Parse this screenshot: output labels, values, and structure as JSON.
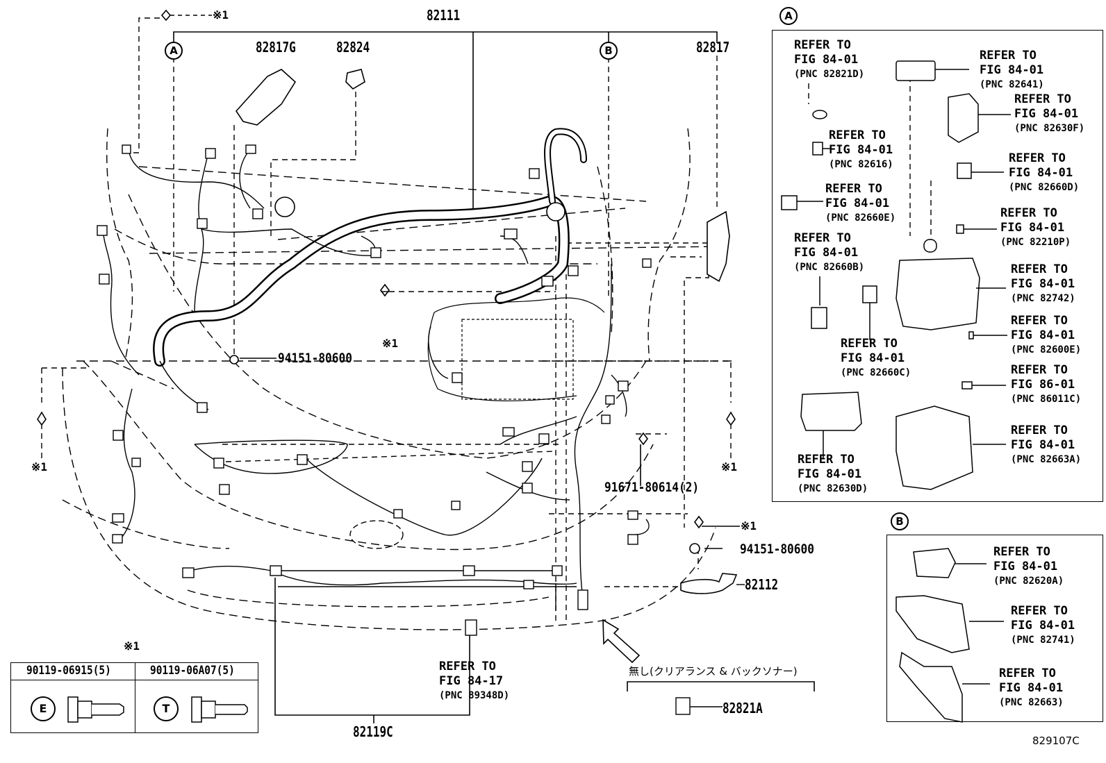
{
  "diagram": {
    "figure_code": "829107C",
    "main_harness": "82111",
    "callout_A": "A",
    "callout_B": "B",
    "ref_mark": "※1",
    "parts": {
      "p82817G": "82817G",
      "p82824": "82824",
      "p82817": "82817",
      "p94151_upper": "94151-80600",
      "p91671": "91671-80614(2)",
      "p94151_lower": "94151-80600",
      "p82112": "82112",
      "p82119C": "82119C",
      "p82821A": "82821A"
    },
    "bottom_refer": {
      "line1": "REFER TO",
      "line2": "FIG 84-17",
      "pnc": "(PNC 89348D)"
    },
    "no_option_note": "無し(クリアランス & バックソナー)",
    "bolt_table": {
      "header_left": "90119-06915(5)",
      "header_right": "90119-06A07(5)",
      "mark_left": "E",
      "mark_right": "T"
    },
    "panel_A": {
      "items": [
        {
          "l1": "REFER TO",
          "l2": "FIG 84-01",
          "pnc": "(PNC 82821D)"
        },
        {
          "l1": "REFER TO",
          "l2": "FIG 84-01",
          "pnc": "(PNC 82641)"
        },
        {
          "l1": "REFER TO",
          "l2": "FIG 84-01",
          "pnc": "(PNC 82630F)"
        },
        {
          "l1": "REFER TO",
          "l2": "FIG 84-01",
          "pnc": "(PNC 82616)"
        },
        {
          "l1": "REFER TO",
          "l2": "FIG 84-01",
          "pnc": "(PNC 82660D)"
        },
        {
          "l1": "REFER TO",
          "l2": "FIG 84-01",
          "pnc": "(PNC 82660E)"
        },
        {
          "l1": "REFER TO",
          "l2": "FIG 84-01",
          "pnc": "(PNC 82210P)"
        },
        {
          "l1": "REFER TO",
          "l2": "FIG 84-01",
          "pnc": "(PNC 82660B)"
        },
        {
          "l1": "REFER TO",
          "l2": "FIG 84-01",
          "pnc": "(PNC 82742)"
        },
        {
          "l1": "REFER TO",
          "l2": "FIG 84-01",
          "pnc": "(PNC 82600E)"
        },
        {
          "l1": "REFER TO",
          "l2": "FIG 84-01",
          "pnc": "(PNC 82660C)"
        },
        {
          "l1": "REFER TO",
          "l2": "FIG 86-01",
          "pnc": "(PNC 86011C)"
        },
        {
          "l1": "REFER TO",
          "l2": "FIG 84-01",
          "pnc": "(PNC 82663A)"
        },
        {
          "l1": "REFER TO",
          "l2": "FIG 84-01",
          "pnc": "(PNC 82630D)"
        }
      ]
    },
    "panel_B": {
      "items": [
        {
          "l1": "REFER TO",
          "l2": "FIG 84-01",
          "pnc": "(PNC 82620A)"
        },
        {
          "l1": "REFER TO",
          "l2": "FIG 84-01",
          "pnc": "(PNC 82741)"
        },
        {
          "l1": "REFER TO",
          "l2": "FIG 84-01",
          "pnc": "(PNC 82663)"
        }
      ]
    }
  }
}
